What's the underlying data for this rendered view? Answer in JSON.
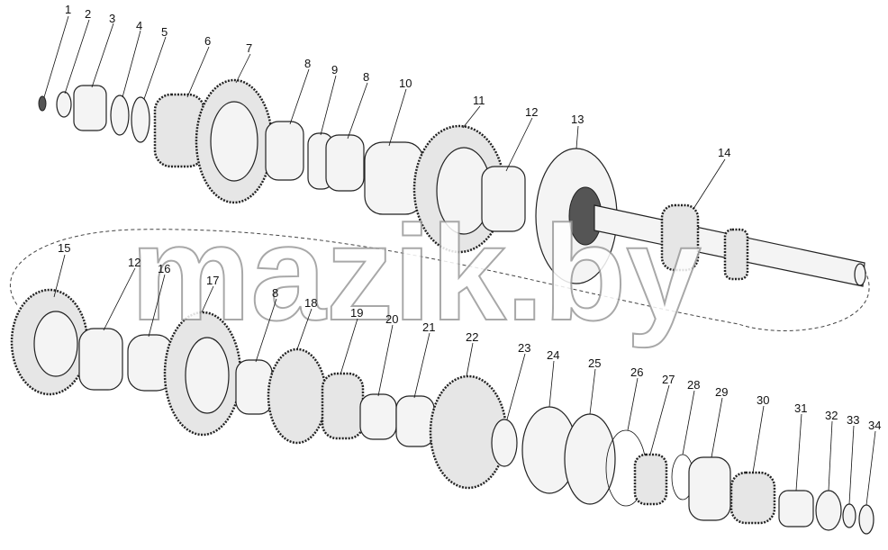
{
  "watermark": "mazik.by",
  "callouts": [
    "1",
    "2",
    "3",
    "4",
    "5",
    "6",
    "7",
    "8",
    "9",
    "8",
    "10",
    "11",
    "12",
    "13",
    "14",
    "15",
    "12",
    "16",
    "17",
    "8",
    "18",
    "19",
    "20",
    "21",
    "22",
    "23",
    "24",
    "25",
    "26",
    "27",
    "28",
    "29",
    "30",
    "31",
    "32",
    "33",
    "34"
  ]
}
